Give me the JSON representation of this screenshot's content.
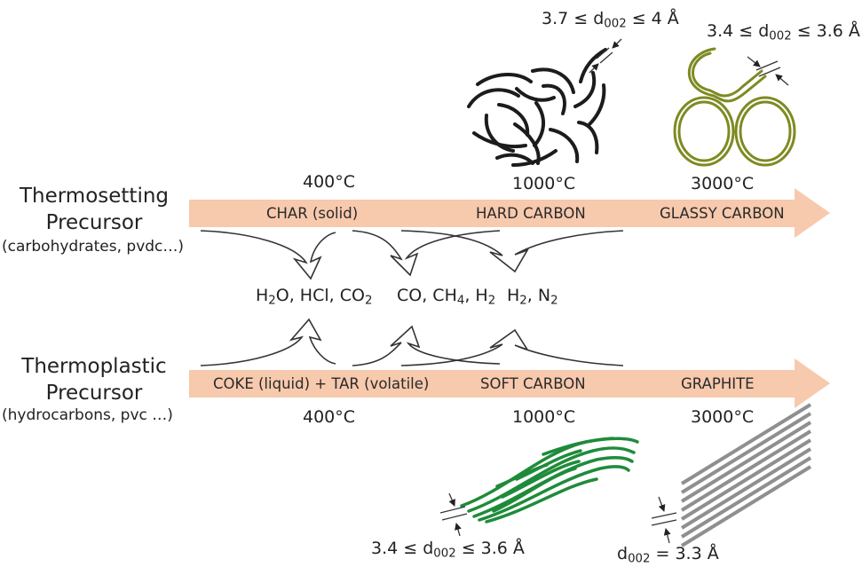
{
  "colors": {
    "arrow": "#f7c9ad",
    "hard_carbon": "#1c1c1c",
    "glassy_carbon": "#7e8a21",
    "soft_carbon": "#1f8b3a",
    "graphite": "#8f8f8f",
    "flow_line": "#333333"
  },
  "thermosetting": {
    "title_line1": "Thermosetting",
    "title_line2": "Precursor",
    "subtitle": "(carbohydrates, pvdc…)",
    "temps": [
      "400°C",
      "1000°C",
      "3000°C"
    ],
    "stages": [
      "CHAR (solid)",
      "HARD CARBON",
      "GLASSY CARBON"
    ]
  },
  "thermoplastic": {
    "title_line1": "Thermoplastic",
    "title_line2": "Precursor",
    "subtitle": "(hydrocarbons, pvc …)",
    "temps": [
      "400°C",
      "1000°C",
      "3000°C"
    ],
    "stages": [
      "COKE (liquid) + TAR (volatile)",
      "SOFT CARBON",
      "GRAPHITE"
    ]
  },
  "gases": [
    {
      "parts": [
        {
          "t": "H"
        },
        {
          "s": "2"
        },
        {
          "t": "O, HCl, CO"
        },
        {
          "s": "2"
        }
      ]
    },
    {
      "parts": [
        {
          "t": "CO, CH"
        },
        {
          "s": "4"
        },
        {
          "t": ", H"
        },
        {
          "s": "2"
        }
      ]
    },
    {
      "parts": [
        {
          "t": "H"
        },
        {
          "s": "2"
        },
        {
          "t": ", N"
        },
        {
          "s": "2"
        }
      ]
    }
  ],
  "spacings": {
    "hard": {
      "parts": [
        {
          "t": "3.7 ≤ d"
        },
        {
          "s": "002"
        },
        {
          "t": " ≤ 4 Å"
        }
      ]
    },
    "glassy": {
      "parts": [
        {
          "t": "3.4 ≤ d"
        },
        {
          "s": "002"
        },
        {
          "t": " ≤ 3.6 Å"
        }
      ]
    },
    "soft": {
      "parts": [
        {
          "t": "3.4 ≤ d"
        },
        {
          "s": "002"
        },
        {
          "t": " ≤ 3.6 Å"
        }
      ]
    },
    "graphite": {
      "parts": [
        {
          "t": "d"
        },
        {
          "s": "002"
        },
        {
          "t": " = 3.3 Å"
        }
      ]
    }
  }
}
